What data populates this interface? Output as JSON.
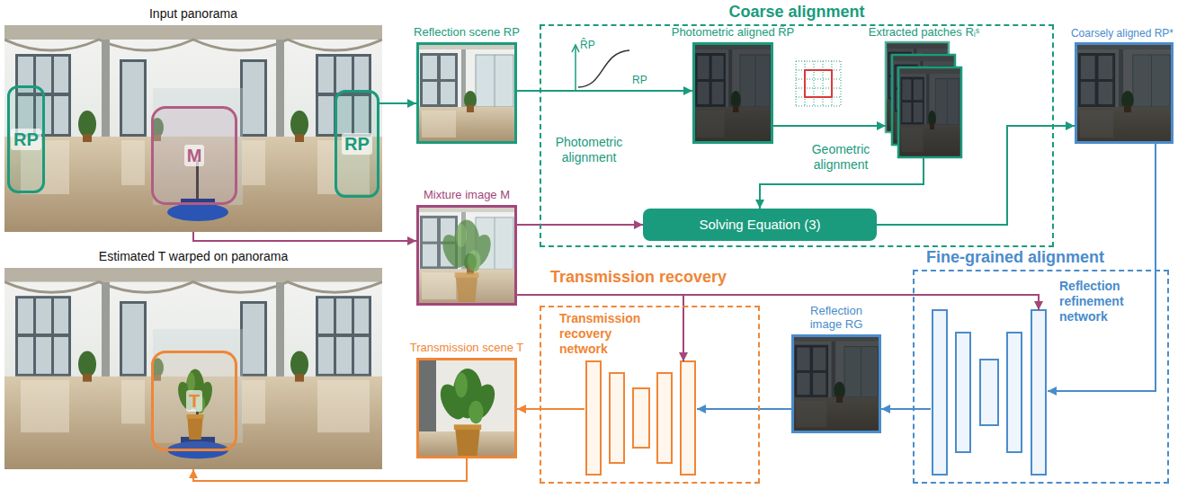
{
  "diagram": {
    "nodes": [
      {
        "text": [
          "Input panorama"
        ]
      },
      {
        "text": [
          "RP"
        ],
        "in": 0
      },
      {
        "text": [
          "M"
        ],
        "in": 0
      },
      {
        "text": [
          "RP"
        ],
        "in": 0
      },
      {
        "text": [
          "Reflection scene RP"
        ]
      },
      {
        "text": [
          "Coarse alignment"
        ]
      },
      {
        "text": [
          "Photometric aligned R̂P"
        ],
        "in": 5
      },
      {
        "text": [
          "Extracted patches Rᵢˢ"
        ],
        "in": 5
      },
      {
        "text": [
          "Solving Equation (3)"
        ],
        "in": 5
      },
      {
        "text": [
          "Coarsely aligned RP*"
        ]
      },
      {
        "text": [
          "Mixture image M"
        ]
      },
      {
        "text": [
          "Estimated T warped on panorama"
        ]
      },
      {
        "text": [
          "T"
        ],
        "in": 11
      },
      {
        "text": [
          "Transmission recovery"
        ]
      },
      {
        "text": [
          "Transmission recovery network"
        ],
        "in": 13
      },
      {
        "text": [
          "Transmission scene T"
        ]
      },
      {
        "text": [
          "Reflection image RG"
        ]
      },
      {
        "text": [
          "Fine-grained alignment"
        ]
      },
      {
        "text": [
          "Reflection refinement network"
        ],
        "in": 17
      }
    ],
    "edges": [
      {
        "from": 3,
        "to": 4,
        "arrow": "to"
      },
      {
        "from": 4,
        "to": 6,
        "label": "Photometric alignment",
        "arrow": "to"
      },
      {
        "from": 6,
        "to": 7,
        "label": "Geometric alignment",
        "arrow": "to"
      },
      {
        "from": 7,
        "to": 8,
        "arrow": "to"
      },
      {
        "from": 10,
        "to": 8,
        "arrow": "to"
      },
      {
        "from": 8,
        "to": 9,
        "arrow": "to"
      },
      {
        "from": 0,
        "to": 10,
        "arrow": "to"
      },
      {
        "from": 9,
        "to": 18,
        "arrow": "to"
      },
      {
        "from": 10,
        "to": 18,
        "arrow": "to"
      },
      {
        "from": 18,
        "to": 16,
        "arrow": "to"
      },
      {
        "from": 16,
        "to": 14,
        "arrow": "to"
      },
      {
        "from": 10,
        "to": 14,
        "arrow": "to"
      },
      {
        "from": 14,
        "to": 15,
        "arrow": "to"
      },
      {
        "from": 15,
        "to": 11,
        "arrow": "to"
      }
    ],
    "labels": [
      "R̂P",
      "RP"
    ]
  }
}
